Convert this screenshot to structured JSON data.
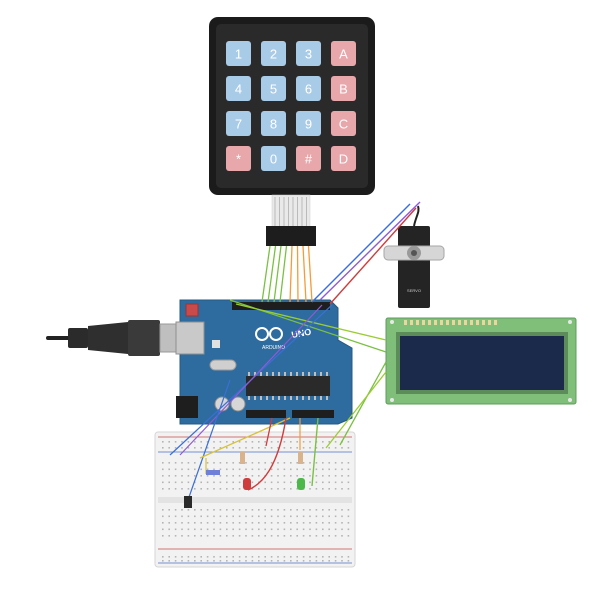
{
  "keypad": {
    "keys": [
      [
        "1",
        "2",
        "3",
        "A"
      ],
      [
        "4",
        "5",
        "6",
        "B"
      ],
      [
        "7",
        "8",
        "9",
        "C"
      ],
      [
        "*",
        "0",
        "#",
        "D"
      ]
    ],
    "colors": {
      "body": "#1b1b1b",
      "digit_key": "#a8cbe7",
      "letter_key": "#e8a7ab"
    }
  },
  "arduino": {
    "brand": "ARDUINO",
    "model": "UNO",
    "color": "#2e6b9e"
  },
  "lcd": {
    "color_board": "#7fbf7a",
    "color_screen": "#1b2a4a"
  },
  "servo": {
    "label": "SERVO"
  },
  "wire_colors": {
    "green": "#7ac142",
    "orange": "#f39c3a",
    "purple": "#8e5bd6",
    "red": "#cf3c3c",
    "blue": "#3a6fd6",
    "yellow": "#d8c23a",
    "lime": "#9acd32"
  }
}
